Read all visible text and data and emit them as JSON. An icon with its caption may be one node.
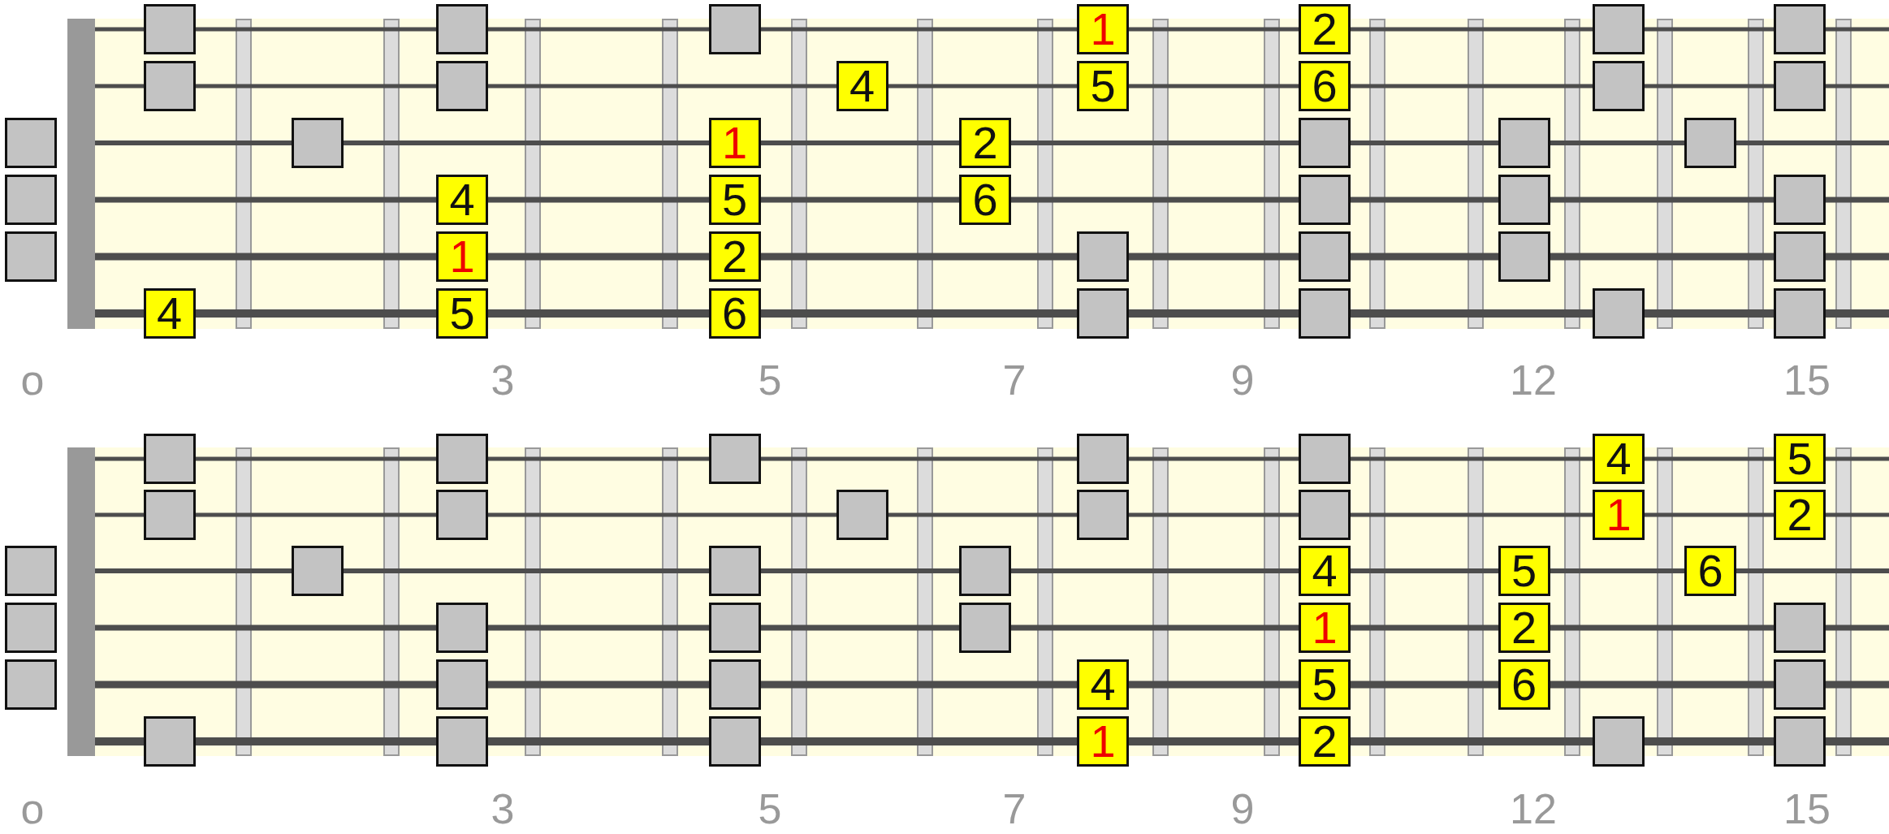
{
  "diagram": {
    "nodes": [
      {
        "text": [],
        "shape": "box"
      },
      {
        "text": [],
        "shape": "box"
      },
      {
        "text": [],
        "shape": "box"
      },
      {
        "text": [
          "1"
        ]
      },
      {
        "text": [
          "2"
        ]
      },
      {
        "text": [],
        "shape": "box"
      },
      {
        "text": [],
        "shape": "box"
      },
      {
        "text": [],
        "shape": "box"
      },
      {
        "text": [],
        "shape": "box"
      },
      {
        "text": [
          "4"
        ]
      },
      {
        "text": [
          "5"
        ]
      },
      {
        "text": [
          "6"
        ]
      },
      {
        "text": [],
        "shape": "box"
      },
      {
        "text": [],
        "shape": "box"
      },
      {
        "text": [],
        "shape": "box"
      },
      {
        "text": [],
        "shape": "box"
      },
      {
        "text": [
          "1"
        ]
      },
      {
        "text": [
          "2"
        ]
      },
      {
        "text": [],
        "shape": "box"
      },
      {
        "text": [],
        "shape": "box"
      },
      {
        "text": [],
        "shape": "box"
      },
      {
        "text": [],
        "shape": "box"
      },
      {
        "text": [
          "4"
        ]
      },
      {
        "text": [
          "5"
        ]
      },
      {
        "text": [
          "6"
        ]
      },
      {
        "text": [],
        "shape": "box"
      },
      {
        "text": [],
        "shape": "box"
      },
      {
        "text": [],
        "shape": "box"
      },
      {
        "text": [],
        "shape": "box"
      },
      {
        "text": [
          "1"
        ]
      },
      {
        "text": [
          "2"
        ]
      },
      {
        "text": [],
        "shape": "box"
      },
      {
        "text": [],
        "shape": "box"
      },
      {
        "text": [],
        "shape": "box"
      },
      {
        "text": [],
        "shape": "box"
      },
      {
        "text": [
          "4"
        ]
      },
      {
        "text": [
          "5"
        ]
      },
      {
        "text": [
          "6"
        ]
      },
      {
        "text": [],
        "shape": "box"
      },
      {
        "text": [],
        "shape": "box"
      },
      {
        "text": [],
        "shape": "box"
      },
      {
        "text": [],
        "shape": "box"
      },
      {
        "text": [],
        "shape": "box"
      },
      {
        "text": [],
        "shape": "box"
      },
      {
        "text": [],
        "shape": "box"
      },
      {
        "text": [],
        "shape": "box"
      },
      {
        "text": [],
        "shape": "box"
      },
      {
        "text": [
          "4"
        ]
      },
      {
        "text": [
          "5"
        ]
      },
      {
        "text": [],
        "shape": "box"
      },
      {
        "text": [],
        "shape": "box"
      },
      {
        "text": [],
        "shape": "box"
      },
      {
        "text": [],
        "shape": "box"
      },
      {
        "text": [],
        "shape": "box"
      },
      {
        "text": [
          "1"
        ]
      },
      {
        "text": [
          "2"
        ]
      },
      {
        "text": [],
        "shape": "box"
      },
      {
        "text": [],
        "shape": "box"
      },
      {
        "text": [],
        "shape": "box"
      },
      {
        "text": [],
        "shape": "box"
      },
      {
        "text": [
          "4"
        ]
      },
      {
        "text": [
          "5"
        ]
      },
      {
        "text": [
          "6"
        ]
      },
      {
        "text": [],
        "shape": "box"
      },
      {
        "text": [],
        "shape": "box"
      },
      {
        "text": [],
        "shape": "box"
      },
      {
        "text": [],
        "shape": "box"
      },
      {
        "text": [
          "1"
        ]
      },
      {
        "text": [
          "2"
        ]
      },
      {
        "text": [],
        "shape": "box"
      },
      {
        "text": [],
        "shape": "box"
      },
      {
        "text": [],
        "shape": "box"
      },
      {
        "text": [],
        "shape": "box"
      },
      {
        "text": [
          "4"
        ]
      },
      {
        "text": [
          "5"
        ]
      },
      {
        "text": [
          "6"
        ]
      },
      {
        "text": [],
        "shape": "box"
      },
      {
        "text": [],
        "shape": "box"
      },
      {
        "text": [],
        "shape": "box"
      },
      {
        "text": [],
        "shape": "box"
      },
      {
        "text": [
          "1"
        ]
      },
      {
        "text": [
          "2"
        ]
      },
      {
        "text": [],
        "shape": "box"
      },
      {
        "text": [],
        "shape": "box"
      }
    ],
    "labels": [
      "o",
      "3",
      "5",
      "7",
      "9",
      "12",
      "15",
      "o",
      "3",
      "5",
      "7",
      "9",
      "12",
      "15"
    ]
  }
}
